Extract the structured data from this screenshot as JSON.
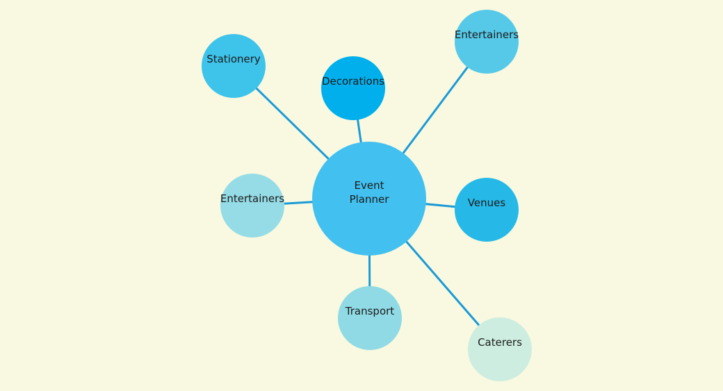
{
  "diagram": {
    "center": {
      "label_line1": "Event",
      "label_line2": "Planner",
      "color": "#42c0ef"
    },
    "nodes": [
      {
        "label": "Stationery",
        "color": "#3ec3ea"
      },
      {
        "label": "Decorations",
        "color": "#00afeb"
      },
      {
        "label": "Entertainers",
        "color": "#56c9e8"
      },
      {
        "label": "Entertainers",
        "color": "#95dce6"
      },
      {
        "label": "Venues",
        "color": "#26b9e8"
      },
      {
        "label": "Transport",
        "color": "#8fdae4"
      },
      {
        "label": "Caterers",
        "color": "#cdede0"
      }
    ],
    "edge_color": "#1a9ad6"
  }
}
